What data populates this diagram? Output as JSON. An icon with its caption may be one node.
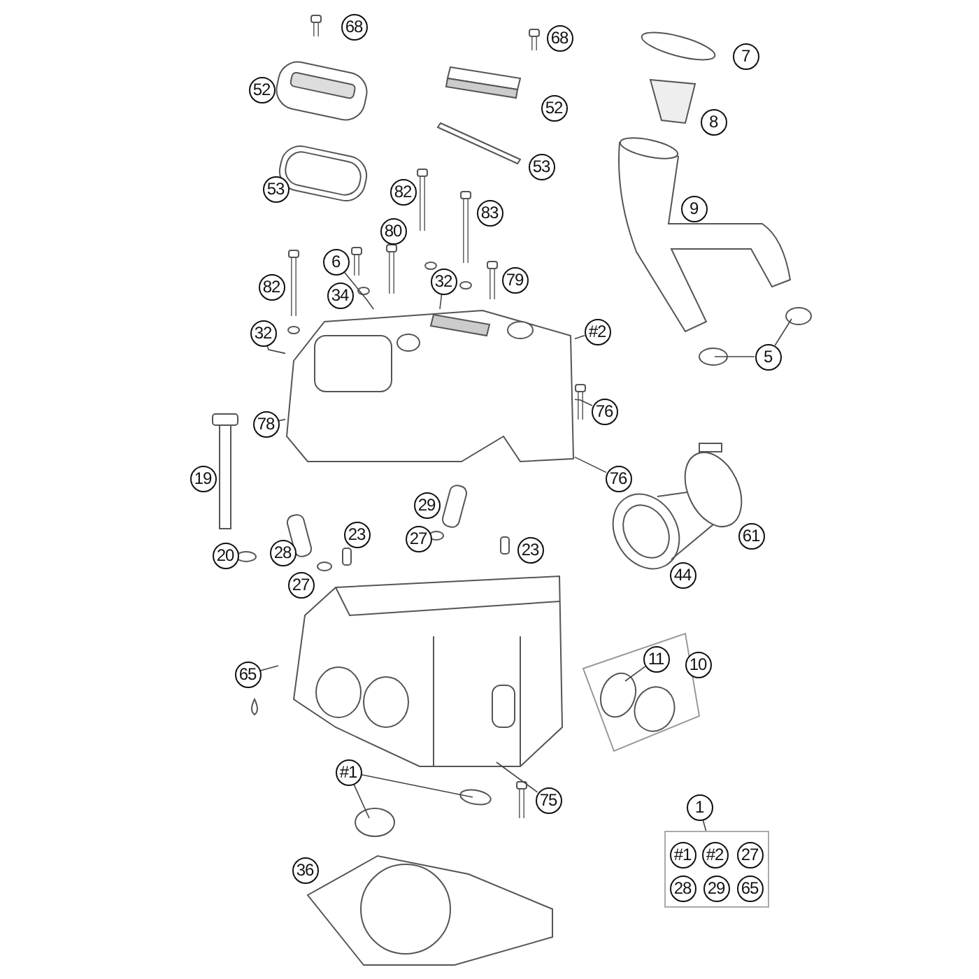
{
  "diagram": {
    "nodes": [
      {
        "text": [
          "68"
        ]
      },
      {
        "text": [
          "68"
        ]
      },
      {
        "text": [
          "7"
        ]
      },
      {
        "text": [
          "52"
        ]
      },
      {
        "text": [
          "52"
        ]
      },
      {
        "text": [
          "8"
        ]
      },
      {
        "text": [
          "53"
        ]
      },
      {
        "text": [
          "53"
        ]
      },
      {
        "text": [
          "82"
        ]
      },
      {
        "text": [
          "9"
        ]
      },
      {
        "text": [
          "83"
        ]
      },
      {
        "text": [
          "80"
        ]
      },
      {
        "text": [
          "6"
        ]
      },
      {
        "text": [
          "32"
        ]
      },
      {
        "text": [
          "79"
        ]
      },
      {
        "text": [
          "82"
        ]
      },
      {
        "text": [
          "34"
        ]
      },
      {
        "text": [
          "32"
        ]
      },
      {
        "text": [
          "#2"
        ]
      },
      {
        "text": [
          "5"
        ]
      },
      {
        "text": [
          "76"
        ]
      },
      {
        "text": [
          "78"
        ]
      },
      {
        "text": [
          "76"
        ]
      },
      {
        "text": [
          "19"
        ]
      },
      {
        "text": [
          "29"
        ]
      },
      {
        "text": [
          "61"
        ]
      },
      {
        "text": [
          "23"
        ]
      },
      {
        "text": [
          "27"
        ]
      },
      {
        "text": [
          "23"
        ]
      },
      {
        "text": [
          "28"
        ]
      },
      {
        "text": [
          "20"
        ]
      },
      {
        "text": [
          "44"
        ]
      },
      {
        "text": [
          "27"
        ]
      },
      {
        "text": [
          "11"
        ]
      },
      {
        "text": [
          "10"
        ]
      },
      {
        "text": [
          "65"
        ]
      },
      {
        "text": [
          "#1"
        ]
      },
      {
        "text": [
          "75"
        ]
      },
      {
        "text": [
          "1"
        ]
      },
      {
        "text": [
          "36"
        ]
      },
      {
        "text": [],
        "shape": "box"
      },
      {
        "text": [
          "#1"
        ],
        "in": 40
      },
      {
        "text": [
          "#2"
        ],
        "in": 40
      },
      {
        "text": [
          "27"
        ],
        "in": 40
      },
      {
        "text": [
          "28"
        ],
        "in": 40
      },
      {
        "text": [
          "29"
        ],
        "in": 40
      },
      {
        "text": [
          "65"
        ],
        "in": 40
      },
      {
        "text": [],
        "shape": "picture"
      }
    ],
    "edges": [
      {
        "from": 17,
        "to": 47,
        "arrow": "none"
      },
      {
        "from": 12,
        "to": 47,
        "arrow": "none"
      },
      {
        "from": 13,
        "to": 47,
        "arrow": "none"
      },
      {
        "from": 18,
        "to": 47,
        "arrow": "none"
      },
      {
        "from": 20,
        "to": 47,
        "arrow": "none"
      },
      {
        "from": 22,
        "to": 47,
        "arrow": "none"
      },
      {
        "from": 21,
        "to": 47,
        "arrow": "none"
      },
      {
        "from": 19,
        "to": null,
        "arrow": "none"
      },
      {
        "from": 19,
        "to": null,
        "arrow": "none"
      },
      {
        "from": 33,
        "to": null,
        "arrow": "none"
      },
      {
        "from": 38,
        "to": 40,
        "arrow": "none"
      },
      {
        "from": 36,
        "to": null,
        "arrow": "none"
      },
      {
        "from": 36,
        "to": null,
        "arrow": "none"
      },
      {
        "from": 37,
        "to": null,
        "arrow": "none"
      },
      {
        "from": 35,
        "to": null,
        "arrow": "none"
      }
    ]
  }
}
